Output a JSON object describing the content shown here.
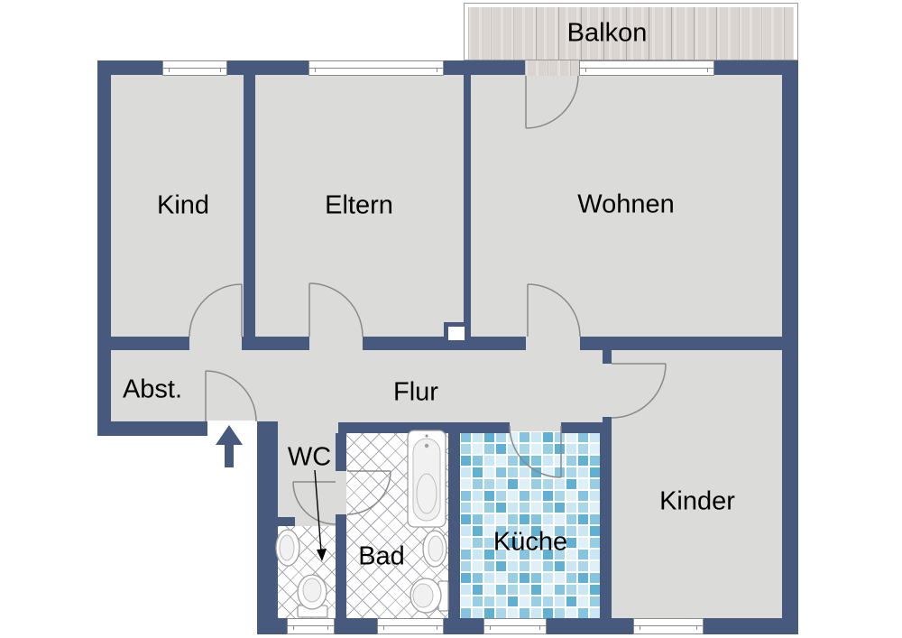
{
  "floorplan": {
    "rooms": {
      "balkon": {
        "label": "Balkon"
      },
      "kind": {
        "label": "Kind"
      },
      "eltern": {
        "label": "Eltern"
      },
      "wohnen": {
        "label": "Wohnen"
      },
      "abstellraum": {
        "label": "Abst."
      },
      "flur": {
        "label": "Flur"
      },
      "wc": {
        "label": "WC"
      },
      "bad": {
        "label": "Bad"
      },
      "kueche": {
        "label": "Küche"
      },
      "kinder": {
        "label": "Kinder"
      }
    },
    "colors": {
      "wall": "#47597D",
      "floor": "#DBDBDA",
      "outside": "#FFFFFF",
      "balcony_wood": "#D9D4D0",
      "balcony_seam": "#AFA7A3",
      "tile_line": "#A6ABB0",
      "door_arc": "#8A8A8A",
      "fixture_stroke": "#9E9E9E",
      "label_text": "#000000",
      "kitchen_tiles": [
        "#CBE7F3",
        "#A9D6E9",
        "#84C4DF",
        "#5FB0D2",
        "#E0F0F7",
        "#97CEE4"
      ]
    }
  }
}
